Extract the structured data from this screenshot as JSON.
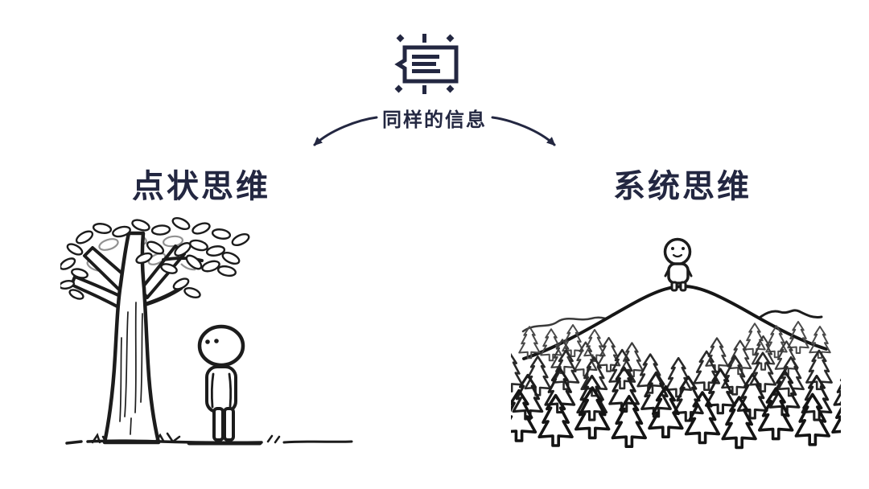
{
  "canvas": {
    "background": "#ffffff",
    "ink": "#232741",
    "sketch": "#1c1c1c",
    "sketch_light": "#919191"
  },
  "header": {
    "icon": "same-information-note-icon",
    "label": "同样的信息"
  },
  "split": {
    "left_arrow": "curved-arrow-to-left",
    "right_arrow": "curved-arrow-to-right"
  },
  "left_panel": {
    "title": "点状思维",
    "illustration": "person-looking-at-single-tree"
  },
  "right_panel": {
    "title": "系统思维",
    "illustration": "person-on-hilltop-overlooking-forest"
  }
}
